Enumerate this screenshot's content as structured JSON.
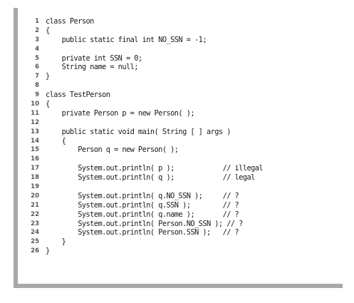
{
  "listing": {
    "lines": [
      {
        "num": "1",
        "text": "class Person"
      },
      {
        "num": "2",
        "text": "{"
      },
      {
        "num": "3",
        "text": "    public static final int NO_SSN = -1;"
      },
      {
        "num": "4",
        "text": ""
      },
      {
        "num": "5",
        "text": "    private int SSN = 0;"
      },
      {
        "num": "6",
        "text": "    String name = null;"
      },
      {
        "num": "7",
        "text": "}"
      },
      {
        "num": "8",
        "text": ""
      },
      {
        "num": "9",
        "text": "class TestPerson"
      },
      {
        "num": "10",
        "text": "{"
      },
      {
        "num": "11",
        "text": "    private Person p = new Person( );"
      },
      {
        "num": "12",
        "text": ""
      },
      {
        "num": "13",
        "text": "    public static void main( String [ ] args )"
      },
      {
        "num": "14",
        "text": "    {"
      },
      {
        "num": "15",
        "text": "        Person q = new Person( );"
      },
      {
        "num": "16",
        "text": ""
      },
      {
        "num": "17",
        "text": "        System.out.println( p );            // illegal"
      },
      {
        "num": "18",
        "text": "        System.out.println( q );            // legal"
      },
      {
        "num": "19",
        "text": ""
      },
      {
        "num": "20",
        "text": "        System.out.println( q.NO_SSN );     // ?"
      },
      {
        "num": "21",
        "text": "        System.out.println( q.SSN );        // ?"
      },
      {
        "num": "22",
        "text": "        System.out.println( q.name );       // ?"
      },
      {
        "num": "23",
        "text": "        System.out.println( Person.NO_SSN ); // ?"
      },
      {
        "num": "24",
        "text": "        System.out.println( Person.SSN );   // ?"
      },
      {
        "num": "25",
        "text": "    }"
      },
      {
        "num": "26",
        "text": "}"
      }
    ]
  }
}
